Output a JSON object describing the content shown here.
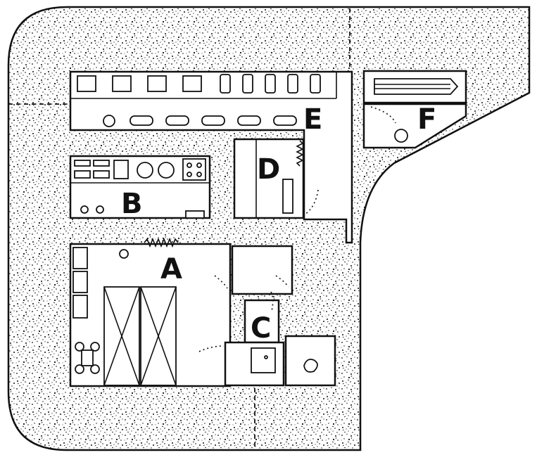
{
  "diagram": {
    "rooms": [
      {
        "key": "A",
        "label": "A"
      },
      {
        "key": "B",
        "label": "B"
      },
      {
        "key": "C",
        "label": "C"
      },
      {
        "key": "D",
        "label": "D"
      },
      {
        "key": "E",
        "label": "E"
      },
      {
        "key": "F",
        "label": "F"
      }
    ],
    "colors": {
      "ink": "#111111",
      "ground": "#ffffff"
    }
  }
}
